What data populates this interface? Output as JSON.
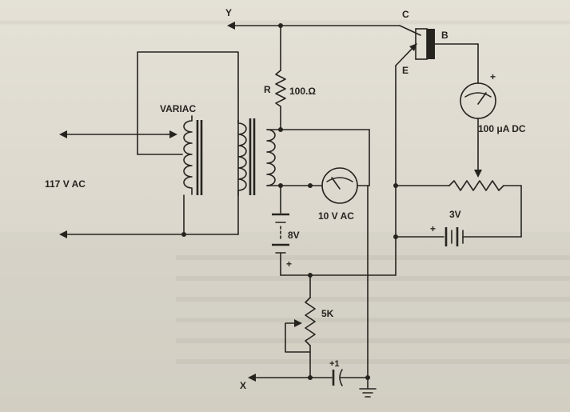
{
  "labels": {
    "y": "Y",
    "x": "X",
    "c": "C",
    "b": "B",
    "e": "E",
    "variac": "VARIAC",
    "line_voltage": "117 V AC",
    "resistor": "R",
    "resistor_value": "100.Ω",
    "microammeter": "100 μA DC",
    "voltmeter": "10 V AC",
    "battery_3v": "3V",
    "battery_3v_plus": "+",
    "battery_8v": "8V",
    "battery_8v_plus": "+",
    "meter_plus": "+",
    "pot_5k": "5K",
    "capacitor": "+1"
  }
}
